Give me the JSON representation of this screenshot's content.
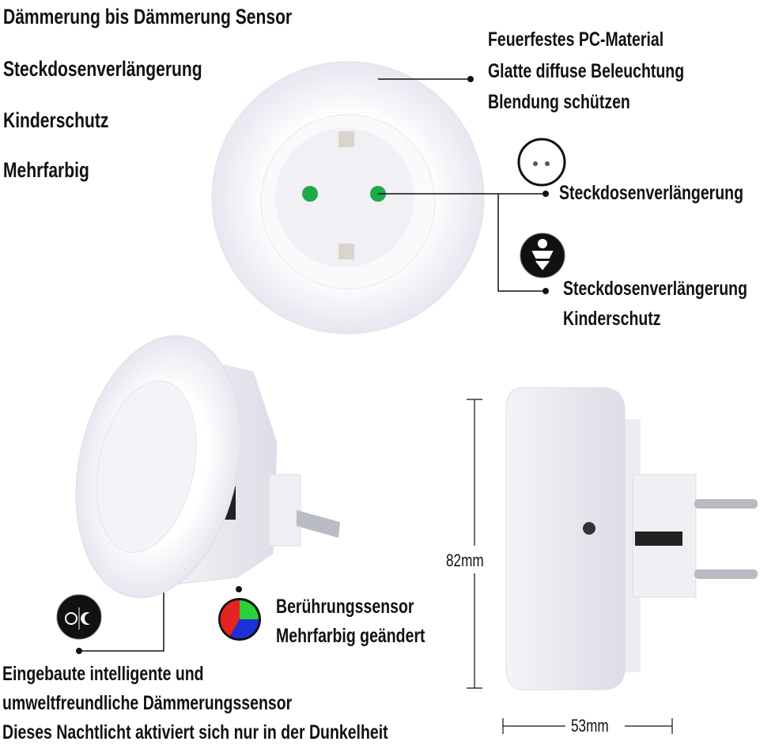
{
  "left_features": [
    "Dämmerung bis Dämmerung Sensor",
    "Steckdosenverlängerung",
    "Kinderschutz",
    "Mehrfarbig"
  ],
  "material_callout": [
    "Feuerfestes PC-Material",
    "Glatte diffuse Beleuchtung",
    "Blendung schützen"
  ],
  "socket_callout": "Steckdosenverlängerung",
  "child_callout": [
    "Steckdosenverlängerung",
    "Kinderschutz"
  ],
  "touch_callout": [
    "Berührungssensor",
    "Mehrfarbig geändert"
  ],
  "sensor_callout": [
    "Eingebaute intelligente und",
    "umweltfreundliche Dämmerungssensor",
    "Dieses Nachtlicht aktiviert sich nur in der Dunkelheit"
  ],
  "dimensions": {
    "height": "82mm",
    "width": "53mm"
  },
  "colors": {
    "green_dot": "#1faa4a",
    "rgb_red": "#e52421",
    "rgb_green": "#2bd13a",
    "rgb_blue": "#1d2fd6"
  }
}
